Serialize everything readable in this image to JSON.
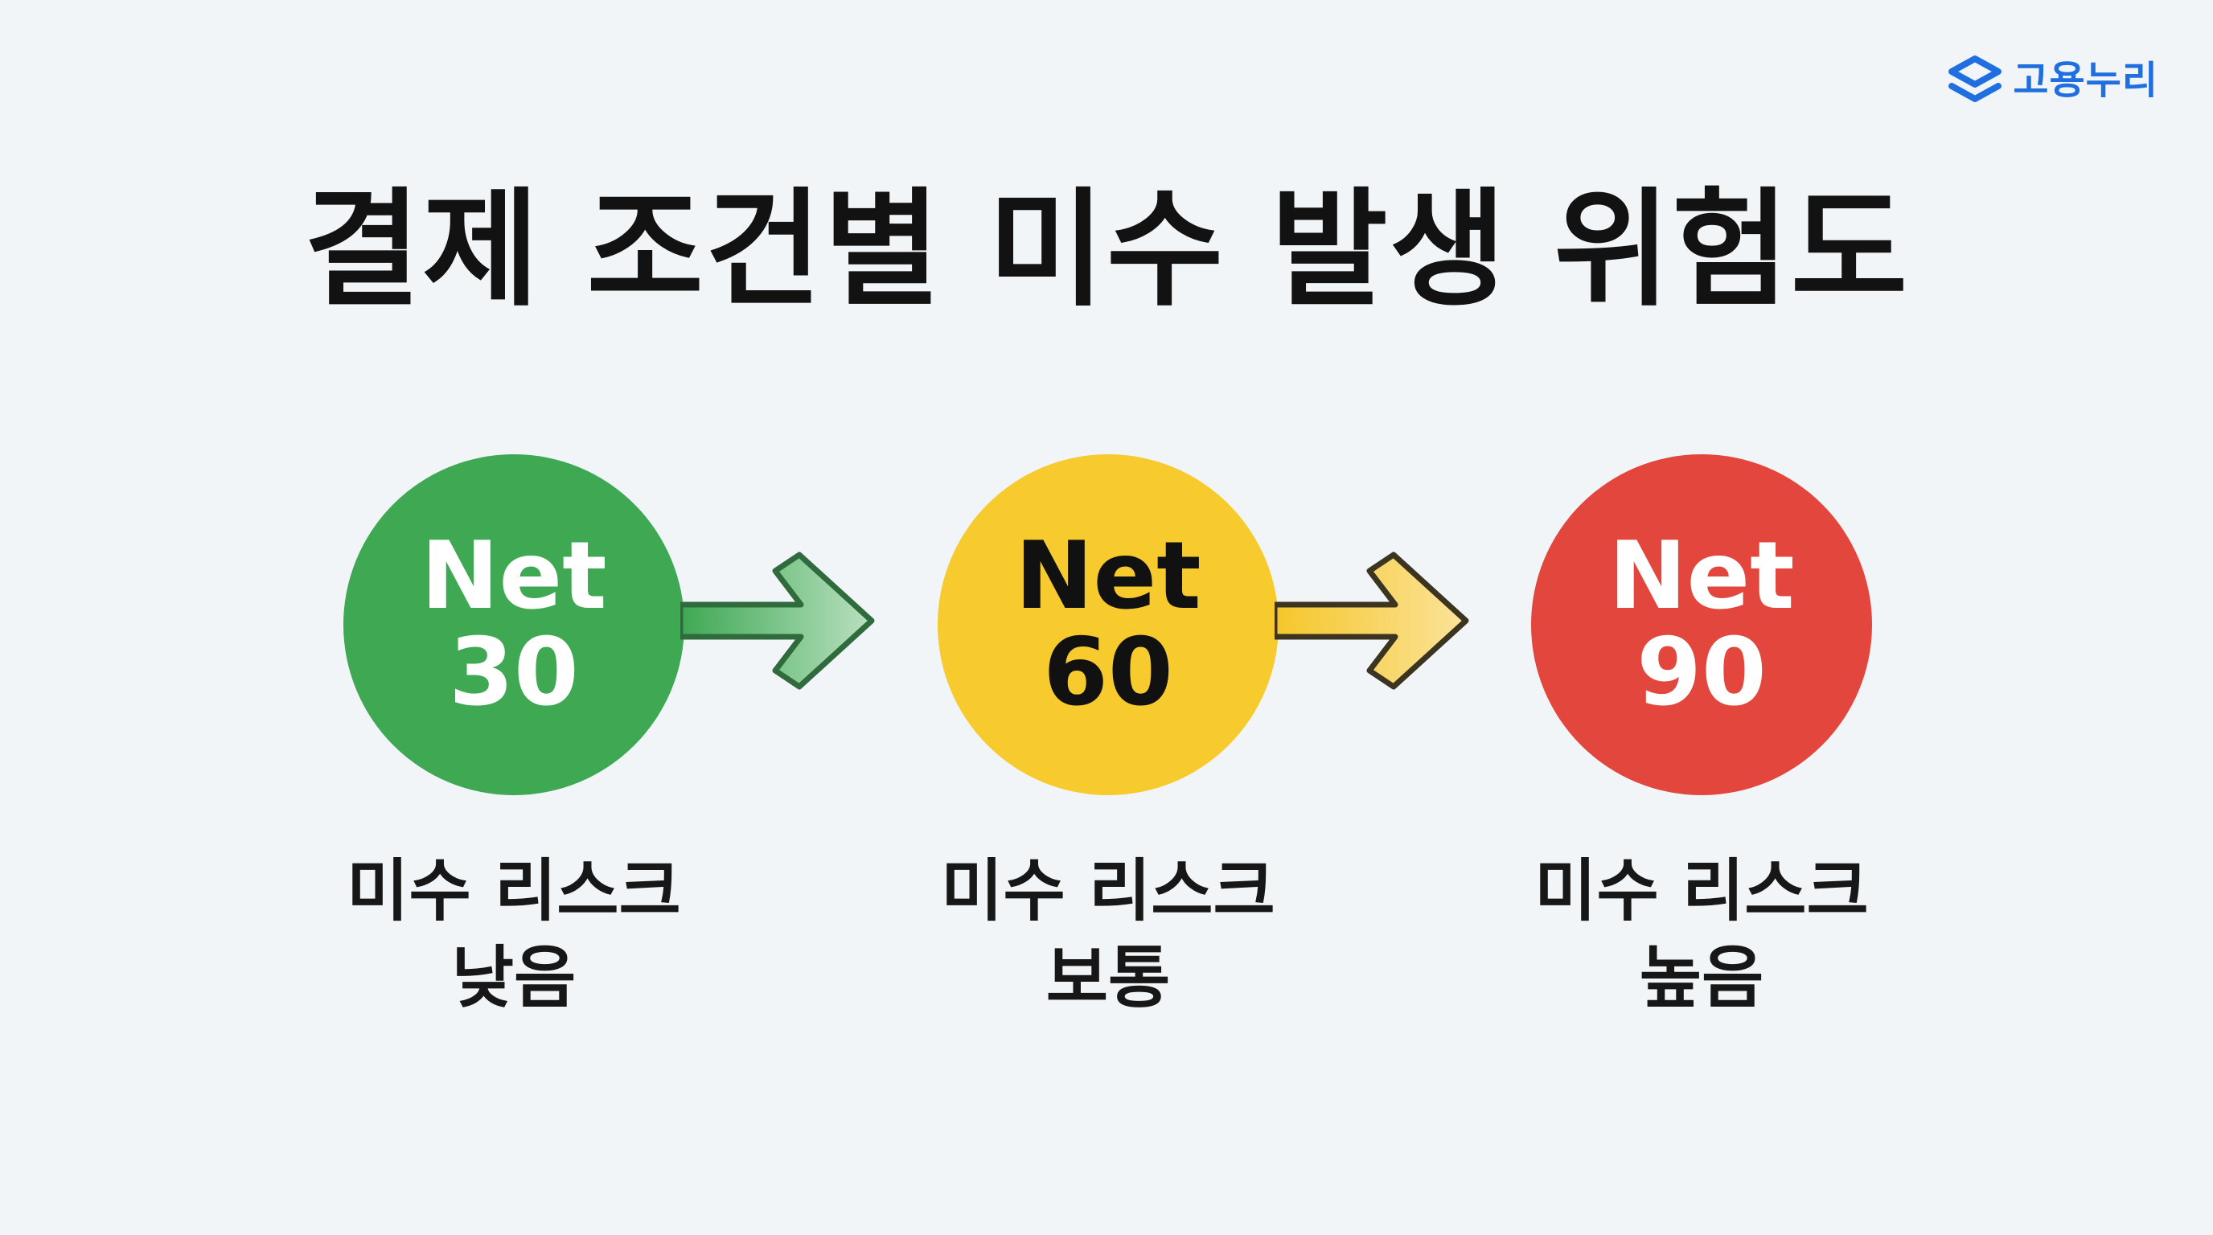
{
  "brand": {
    "name": "고용누리",
    "color": "#1f6fe0",
    "icon": "layers-icon"
  },
  "title": "결제 조건별 미수 발생 위험도",
  "colors": {
    "background": "#f1f5f7",
    "low": "#3ea853",
    "medium": "#f7ca2e",
    "high": "#e2463c"
  },
  "stages": [
    {
      "label": "Net",
      "term": "30",
      "risk_line1": "미수 리스크",
      "risk_line2": "낮음",
      "circle_color": "#3ea853",
      "text_color": "#ffffff"
    },
    {
      "label": "Net",
      "term": "60",
      "risk_line1": "미수 리스크",
      "risk_line2": "보통",
      "circle_color": "#f7ca2e",
      "text_color": "#111111"
    },
    {
      "label": "Net",
      "term": "90",
      "risk_line1": "미수 리스크",
      "risk_line2": "높음",
      "circle_color": "#e2463c",
      "text_color": "#ffffff"
    }
  ],
  "connectors": [
    {
      "icon": "arrow-right-icon",
      "from": "Net 30",
      "to": "Net 60",
      "color": "#86c892"
    },
    {
      "icon": "arrow-right-icon",
      "from": "Net 60",
      "to": "Net 90",
      "color": "#f7d86a"
    }
  ]
}
